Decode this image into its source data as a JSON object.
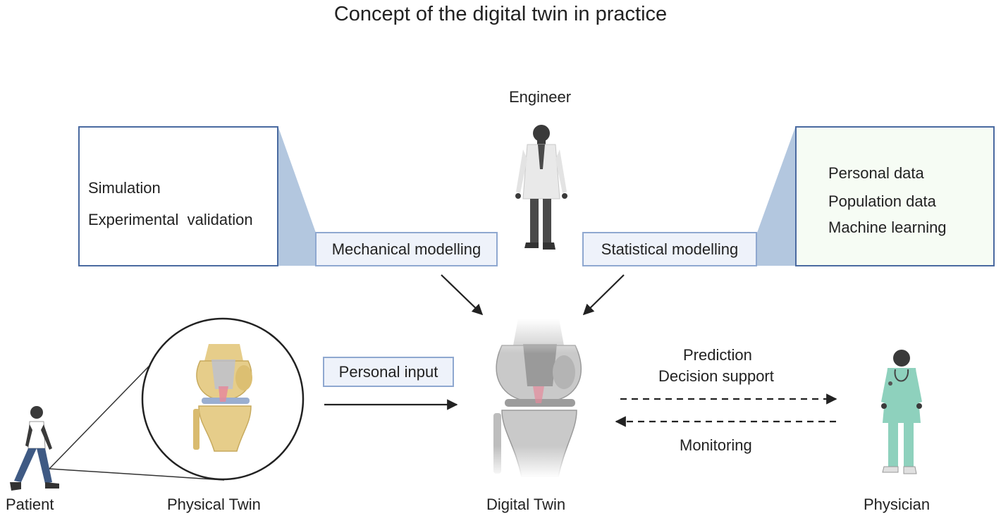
{
  "title": "Concept of the digital twin in practice",
  "engineer": {
    "label": "Engineer"
  },
  "mechanical": {
    "tag": "Mechanical modelling",
    "items": [
      "Simulation",
      "Experimental  validation"
    ]
  },
  "statistical": {
    "tag": "Statistical modelling",
    "items": [
      "Personal data",
      "Population data",
      "Machine learning"
    ]
  },
  "personal_input": "Personal input",
  "flows": {
    "prediction": "Prediction",
    "decision_support": "Decision support",
    "monitoring": "Monitoring"
  },
  "bottom_labels": {
    "patient": "Patient",
    "physical_twin": "Physical Twin",
    "digital_twin": "Digital Twin",
    "physician": "Physician"
  },
  "colors": {
    "box_border": "#4a6aa0",
    "tag_border": "#8fa8d0",
    "tag_fill": "#eef2fa",
    "callout": "#b3c7df",
    "bone_physical": "#e6cd8a",
    "bone_digital": "#c9c9c9",
    "scrubs": "#8ed1bd"
  }
}
